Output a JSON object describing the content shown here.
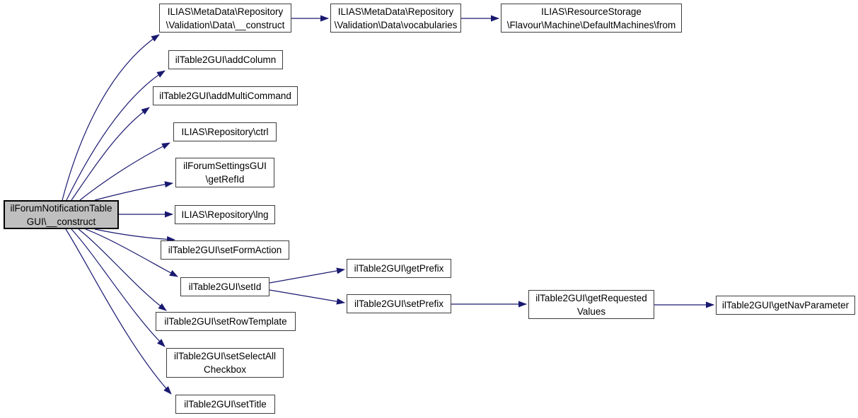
{
  "graph": {
    "type": "call-graph",
    "background_color": "#ffffff",
    "edge_color": "#191970",
    "node_border_color": "#3d3d3d",
    "node_fill": "#ffffff",
    "main_node_fill": "#bfbfbf",
    "main_node_border": "#000000",
    "nodes": [
      {
        "id": "main-construct",
        "label": "ilForumNotificationTable\nGUI\\__construct",
        "is_main": true
      },
      {
        "id": "metadata-construct",
        "label": "ILIAS\\MetaData\\Repository\n\\Validation\\Data\\__construct"
      },
      {
        "id": "vocabularies",
        "label": "ILIAS\\MetaData\\Repository\n\\Validation\\Data\\vocabularies"
      },
      {
        "id": "defaultmachines-from",
        "label": "ILIAS\\ResourceStorage\n\\Flavour\\Machine\\DefaultMachines\\from"
      },
      {
        "id": "addcolumn",
        "label": "ilTable2GUI\\addColumn"
      },
      {
        "id": "addmulticommand",
        "label": "ilTable2GUI\\addMultiCommand"
      },
      {
        "id": "ctrl",
        "label": "ILIAS\\Repository\\ctrl"
      },
      {
        "id": "getrefid",
        "label": "ilForumSettingsGUI\n\\getRefId"
      },
      {
        "id": "lng",
        "label": "ILIAS\\Repository\\lng"
      },
      {
        "id": "setformaction",
        "label": "ilTable2GUI\\setFormAction"
      },
      {
        "id": "setid",
        "label": "ilTable2GUI\\setId"
      },
      {
        "id": "setrowtemplate",
        "label": "ilTable2GUI\\setRowTemplate"
      },
      {
        "id": "setselectallcheckbox",
        "label": "ilTable2GUI\\setSelectAll\nCheckbox"
      },
      {
        "id": "settitle",
        "label": "ilTable2GUI\\setTitle"
      },
      {
        "id": "getprefix",
        "label": "ilTable2GUI\\getPrefix"
      },
      {
        "id": "setprefix",
        "label": "ilTable2GUI\\setPrefix"
      },
      {
        "id": "getrequestedvalues",
        "label": "ilTable2GUI\\getRequested\nValues"
      },
      {
        "id": "getnavparameter",
        "label": "ilTable2GUI\\getNavParameter"
      }
    ],
    "edges": [
      {
        "from": "main-construct",
        "to": "metadata-construct"
      },
      {
        "from": "main-construct",
        "to": "addcolumn"
      },
      {
        "from": "main-construct",
        "to": "addmulticommand"
      },
      {
        "from": "main-construct",
        "to": "ctrl"
      },
      {
        "from": "main-construct",
        "to": "getrefid"
      },
      {
        "from": "main-construct",
        "to": "lng"
      },
      {
        "from": "main-construct",
        "to": "setformaction"
      },
      {
        "from": "main-construct",
        "to": "setid"
      },
      {
        "from": "main-construct",
        "to": "setrowtemplate"
      },
      {
        "from": "main-construct",
        "to": "setselectallcheckbox"
      },
      {
        "from": "main-construct",
        "to": "settitle"
      },
      {
        "from": "metadata-construct",
        "to": "vocabularies"
      },
      {
        "from": "vocabularies",
        "to": "defaultmachines-from"
      },
      {
        "from": "setid",
        "to": "getprefix"
      },
      {
        "from": "setid",
        "to": "setprefix"
      },
      {
        "from": "setprefix",
        "to": "getrequestedvalues"
      },
      {
        "from": "getrequestedvalues",
        "to": "getnavparameter"
      }
    ]
  }
}
